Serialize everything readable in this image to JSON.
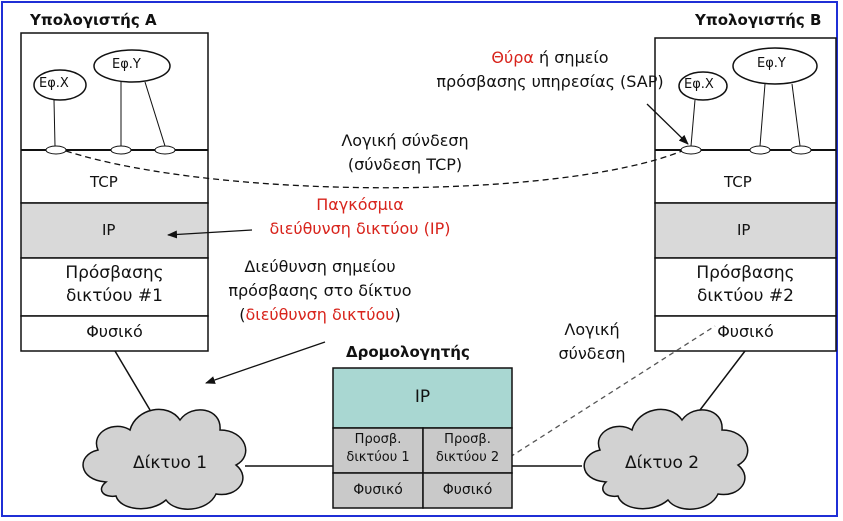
{
  "colors": {
    "frame": "#1f2fd6",
    "highlight": "#d8241c",
    "ip_layer": "#d9d9d9",
    "router_ip": "#a9d7d2",
    "router_lower": "#c9c9c9",
    "cloud": "#d2d2d2"
  },
  "computer_a": {
    "title": "Υπολογιστής A",
    "apps": [
      "Εφ.X",
      "Εφ.Y"
    ],
    "layers": {
      "tcp": "TCP",
      "ip": "IP",
      "access": [
        "Πρόσβασης",
        "δικτύου #1"
      ],
      "physical": "Φυσικό"
    }
  },
  "computer_b": {
    "title": "Υπολογιστής B",
    "apps": [
      "Εφ.X",
      "Εφ.Y"
    ],
    "layers": {
      "tcp": "TCP",
      "ip": "IP",
      "access": [
        "Πρόσβασης",
        "δικτύου #2"
      ],
      "physical": "Φυσικό"
    }
  },
  "annotations": {
    "port_red": "Θύρα",
    "port_rest": " ή σημείο",
    "port_line2": "πρόσβασης υπηρεσίας (SAP)",
    "logical_tcp": [
      "Λογική σύνδεση",
      "(σύνδεση TCP)"
    ],
    "global_addr": [
      "Παγκόσμια",
      "διεύθυνση δικτύου (IP)"
    ],
    "net_access_addr": [
      "Διεύθυνση σημείου",
      "πρόσβασης στο δίκτυο"
    ],
    "net_addr_open": "(",
    "net_addr_red": "διεύθυνση δικτύου",
    "net_addr_close": ")",
    "logical_link": [
      "Λογική",
      "σύνδεση"
    ]
  },
  "router": {
    "title": "Δρομολογητής",
    "ip": "IP",
    "access_1": [
      "Προσβ.",
      "δικτύου 1"
    ],
    "access_2": [
      "Προσβ.",
      "δικτύου 2"
    ],
    "physical_1": "Φυσικό",
    "physical_2": "Φυσικό"
  },
  "networks": {
    "net1": "Δίκτυο 1",
    "net2": "Δίκτυο 2"
  }
}
